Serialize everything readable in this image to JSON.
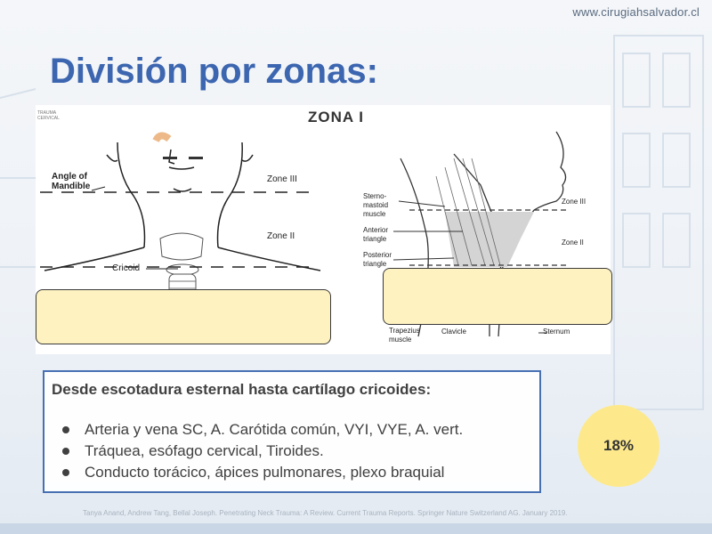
{
  "slide": {
    "url": "www.cirugiahsalvador.cl",
    "title": "División por zonas:",
    "figure": {
      "heading": "ZONA I",
      "corner_logo": [
        "TRAUMA",
        "CERVICAL"
      ],
      "left_labels": {
        "angle": "Angle of",
        "mandible": "Mandible",
        "zone_iii": "Zone III",
        "zone_ii": "Zone II",
        "cricoid": "Cricoid"
      },
      "right_labels": {
        "sterno": "Sterno-",
        "mastoid": "mastoid",
        "muscle": "muscle",
        "anterior": "Anterior",
        "anterior_triangle": "triangle",
        "posterior": "Posterior",
        "posterior_triangle": "triangle",
        "zone_iii": "Zone III",
        "zone_ii": "Zone II",
        "trapezius": "Trapezius",
        "trapezius_muscle": "muscle",
        "clavicle": "Clavicle",
        "sternum": "Sternum"
      }
    },
    "info_box": {
      "heading": "Desde escotadura esternal hasta cartílago cricoides:",
      "bullets": [
        "Arteria y vena SC, A. Carótida común, VYI, VYE,  A. vert.",
        "Tráquea, esófago cervical, Tiroides.",
        "Conducto torácico, ápices pulmonares, plexo braquial"
      ]
    },
    "badge": "18%",
    "citation": "Tanya Anand, Andrew Tang, Bellal Joseph. Penetrating Neck Trauma: A Review. Current Trauma Reports. Springer Nature Switzerland AG. January 2019."
  }
}
